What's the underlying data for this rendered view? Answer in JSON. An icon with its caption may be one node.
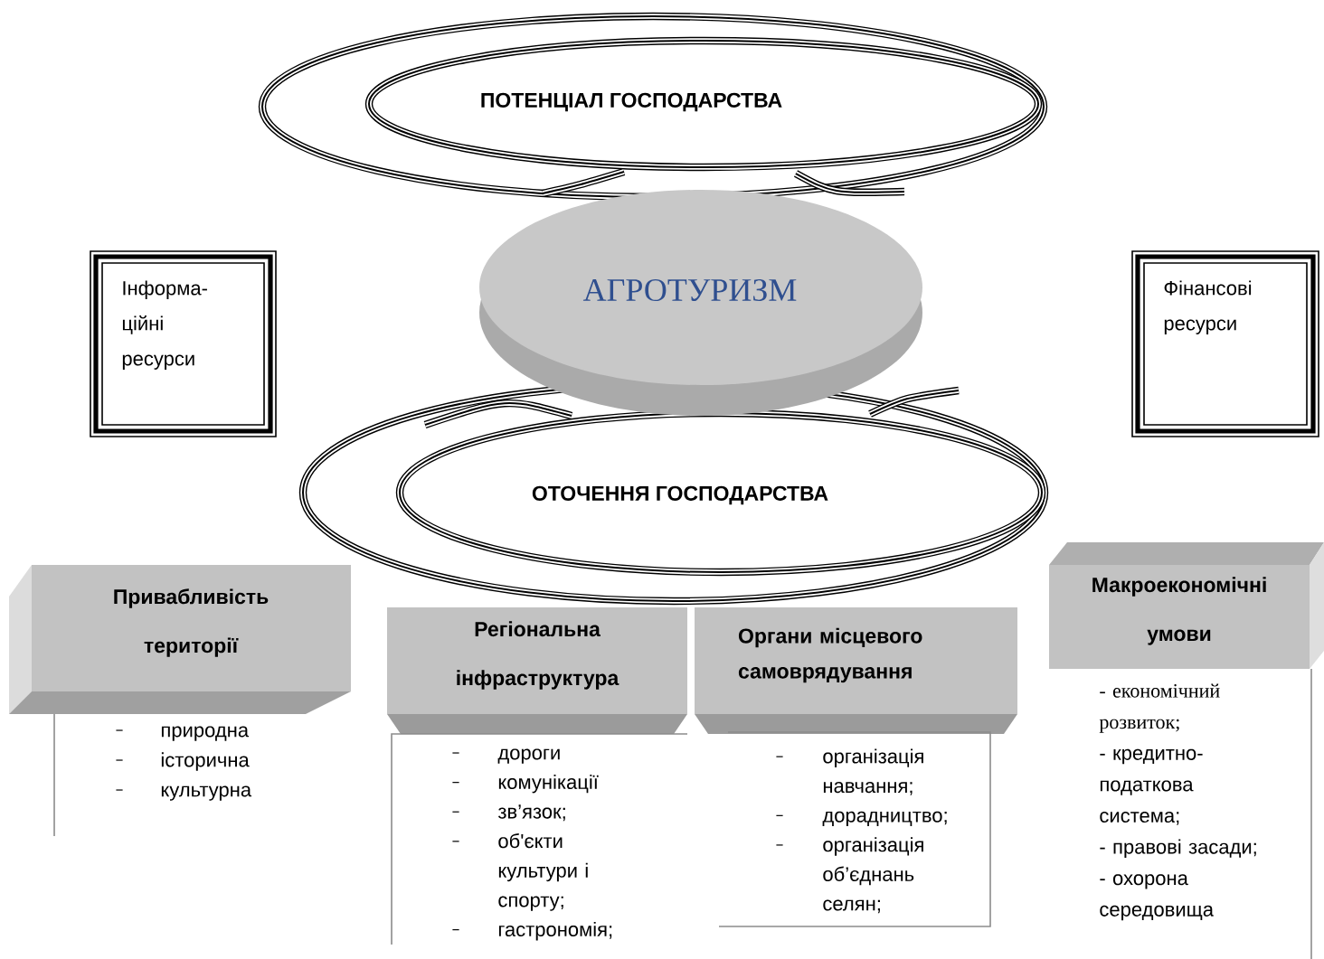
{
  "diagram": {
    "nodes": [
      {
        "text": [
          "ПОТЕНЦІАЛ ГОСПОДАРСТВА"
        ]
      },
      {
        "text": [
          "АГРОТУРИЗМ"
        ]
      },
      {
        "text": [
          "Інформа-ційні ресурси"
        ]
      },
      {
        "text": [
          "Фінансові ресурси"
        ]
      },
      {
        "text": [
          "ОТОЧЕННЯ ГОСПОДАРСТВА"
        ]
      },
      {
        "text": [
          "Привабливість території"
        ]
      },
      {
        "text": [
          "природна",
          "історична",
          "культурна"
        ]
      },
      {
        "text": [
          "Регіональна інфраструктура"
        ]
      },
      {
        "text": [
          "дороги",
          "комунікації",
          "зв’язок;",
          "об'єкти культури і спорту;",
          "гастрономія;"
        ]
      },
      {
        "text": [
          "Органи місцевого самоврядування"
        ]
      },
      {
        "text": [
          "організація навчання;",
          "дорадництво;",
          "організація об’єднань селян;"
        ]
      },
      {
        "text": [
          "Макроекономічні умови"
        ]
      },
      {
        "text": [
          "- економічний розвиток;",
          "- кредитно-податкова система;",
          "- правові засади;",
          "- охорона середовища"
        ]
      }
    ]
  }
}
